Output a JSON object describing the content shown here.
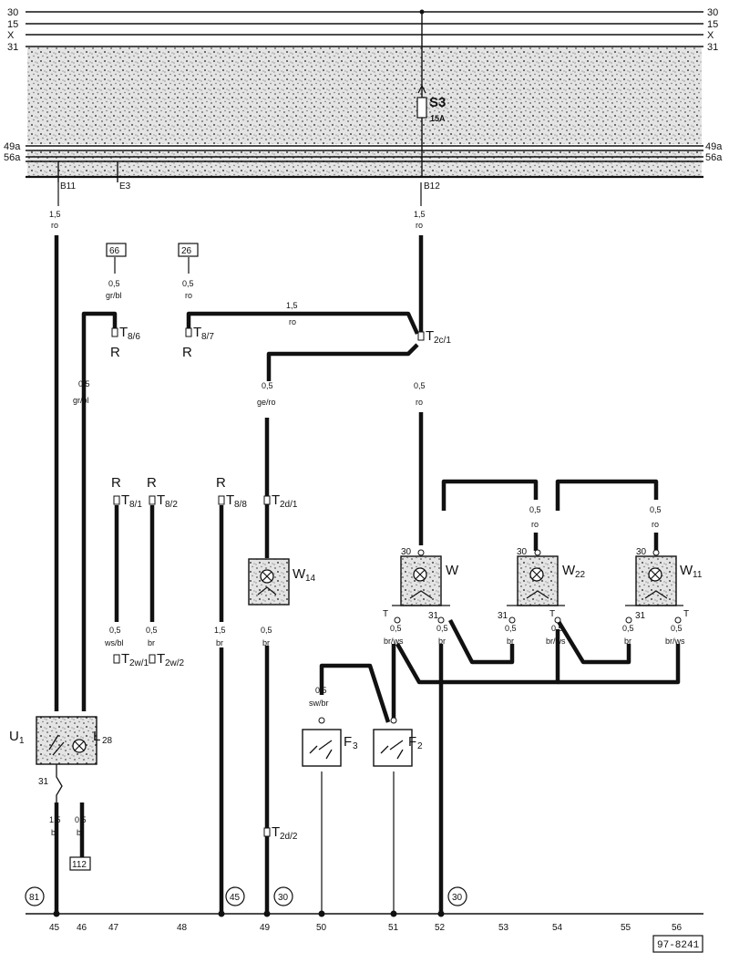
{
  "rails": {
    "top": [
      {
        "id": "30",
        "left": "30",
        "right": "30"
      },
      {
        "id": "15",
        "left": "15",
        "right": "15"
      },
      {
        "id": "x",
        "left": "X",
        "right": "X"
      },
      {
        "id": "31",
        "left": "31",
        "right": "31"
      }
    ],
    "lower": [
      {
        "id": "49a",
        "left": "49a",
        "right": "49a"
      },
      {
        "id": "56a",
        "left": "56a",
        "right": "56a"
      }
    ]
  },
  "fuse": {
    "name": "S3",
    "rating": "15A"
  },
  "panel_taps": {
    "b11": "B11",
    "e3": "E3",
    "b12": "B12"
  },
  "wires": {
    "b11_down": {
      "size": "1,5",
      "color": "ro"
    },
    "b12_down": {
      "size": "1,5",
      "color": "ro"
    },
    "from_66": {
      "size": "0,5",
      "color": "gr/bl"
    },
    "from_26": {
      "size": "0,5",
      "color": "ro"
    },
    "t87_to_t2c": {
      "size": "1,5",
      "color": "ro"
    },
    "t86_down": {
      "size": "0,5",
      "color": "gr/bl"
    },
    "t2c_to_w14": {
      "size": "0,5",
      "color": "ge/ro"
    },
    "t2c_to_w": {
      "size": "0,5",
      "color": "ro"
    },
    "to_w22": {
      "size": "0,5",
      "color": "ro"
    },
    "to_w11": {
      "size": "0,5",
      "color": "ro"
    },
    "t81_down": {
      "size": "0,5",
      "color": "ws/bl"
    },
    "t82_down": {
      "size": "0,5",
      "color": "br"
    },
    "t88_down": {
      "size": "1,5",
      "color": "br"
    },
    "w14_down": {
      "size": "0,5",
      "color": "br"
    },
    "f3_up": {
      "size": "0,5",
      "color": "sw/br"
    },
    "w_t": {
      "size": "0,5",
      "color": "br/ws"
    },
    "w_31": {
      "size": "0,5",
      "color": "br"
    },
    "w22_31": {
      "size": "0,5",
      "color": "br"
    },
    "w22_t": {
      "size": "0,5",
      "color": "br/ws"
    },
    "w11_31": {
      "size": "0,5",
      "color": "br"
    },
    "w11_t": {
      "size": "0,5",
      "color": "br/ws"
    },
    "u1_down": {
      "size": "1,5",
      "color": "br"
    },
    "l28_down": {
      "size": "0,5",
      "color": "br"
    }
  },
  "refs": {
    "r66": "66",
    "r26": "26",
    "r112": "112"
  },
  "connectors": {
    "t86": {
      "name": "T",
      "sub": "8/6",
      "mark": "R"
    },
    "t87": {
      "name": "T",
      "sub": "8/7",
      "mark": "R"
    },
    "t2c1": {
      "name": "T",
      "sub": "2c/1"
    },
    "t81": {
      "name": "T",
      "sub": "8/1",
      "mark": "R"
    },
    "t82": {
      "name": "T",
      "sub": "8/2",
      "mark": "R"
    },
    "t88": {
      "name": "T",
      "sub": "8/8",
      "mark": "R"
    },
    "t2d1": {
      "name": "T",
      "sub": "2d/1"
    },
    "t2d2": {
      "name": "T",
      "sub": "2d/2"
    },
    "t2w1": {
      "name": "T",
      "sub": "2w/1"
    },
    "t2w2": {
      "name": "T",
      "sub": "2w/2"
    }
  },
  "components": {
    "w14": {
      "name": "W",
      "sub": "14"
    },
    "w": {
      "name": "W",
      "sub": "",
      "pin30": "30",
      "pinT": "T",
      "pin31": "31"
    },
    "w22": {
      "name": "W",
      "sub": "22",
      "pin30": "30",
      "pinT": "T",
      "pin31": "31"
    },
    "w11": {
      "name": "W",
      "sub": "11",
      "pin30": "30",
      "pinT": "T",
      "pin31": "31"
    },
    "f3": {
      "name": "F",
      "sub": "3"
    },
    "f2": {
      "name": "F",
      "sub": "2"
    },
    "u1": {
      "name": "U",
      "sub": "1",
      "pin31": "31"
    },
    "l28": {
      "name": "L",
      "sub": "28"
    }
  },
  "ground_refs": {
    "g81": "81",
    "g45": "45",
    "g30a": "30",
    "g30b": "30"
  },
  "bottom_numbers": [
    "45",
    "46",
    "47",
    "48",
    "49",
    "50",
    "51",
    "52",
    "53",
    "54",
    "55",
    "56"
  ],
  "doc_id": "97-8241",
  "colors": {
    "ink": "#111111",
    "paper": "#ffffff",
    "shade": "#b9b9b9"
  }
}
